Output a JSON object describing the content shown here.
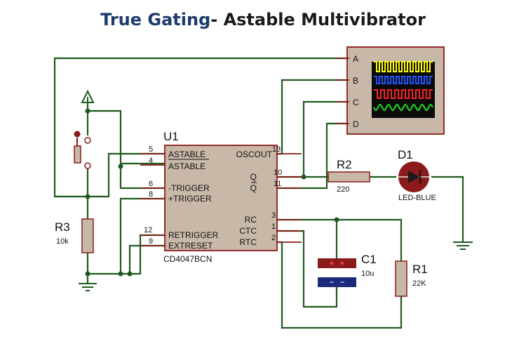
{
  "title": {
    "accent": "True Gating",
    "rest": "- Astable Multivibrator"
  },
  "ic": {
    "ref": "U1",
    "part": "CD4047BCN",
    "left_pins": [
      {
        "num": "5",
        "name": "ASTABLE"
      },
      {
        "num": "4",
        "name": "ASTABLE"
      },
      {
        "num": "6",
        "name": "-TRIGGER"
      },
      {
        "num": "8",
        "name": "+TRIGGER"
      },
      {
        "num": "12",
        "name": "RETRIGGER"
      },
      {
        "num": "9",
        "name": "EXTRESET"
      }
    ],
    "right_pins": [
      {
        "num": "13",
        "name": "OSCOUT"
      },
      {
        "num": "10",
        "name": "Q"
      },
      {
        "num": "11",
        "name": "Q"
      },
      {
        "num": "3",
        "name": "RC"
      },
      {
        "num": "1",
        "name": "CTC"
      },
      {
        "num": "2",
        "name": "RTC"
      }
    ]
  },
  "scope": {
    "channels": [
      "A",
      "B",
      "C",
      "D"
    ],
    "trace_colors": [
      "#ffff00",
      "#2255ff",
      "#ff2020",
      "#22dd22"
    ]
  },
  "components": {
    "r2": {
      "ref": "R2",
      "value": "220"
    },
    "r3": {
      "ref": "R3",
      "value": "10k"
    },
    "r1": {
      "ref": "R1",
      "value": "22K"
    },
    "c1": {
      "ref": "C1",
      "value": "10u"
    },
    "d1": {
      "ref": "D1",
      "value": "LED-BLUE"
    }
  },
  "colors": {
    "wire": "#1e5a1e",
    "part_fill": "#c8b8a8",
    "part_border": "#8b1a1a",
    "title_accent": "#1d3b6e"
  }
}
